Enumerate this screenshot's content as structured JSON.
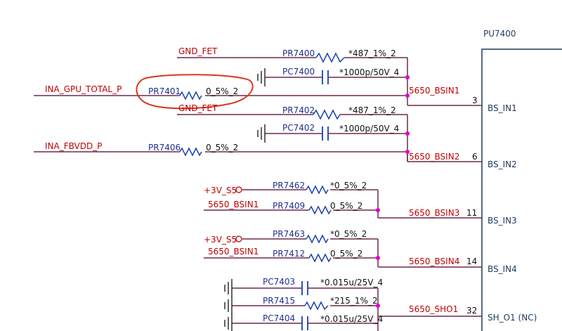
{
  "chip": {
    "ref": "PU7400",
    "pins": [
      {
        "num": "3",
        "name": "BS_IN1",
        "net": "5650_BSIN1"
      },
      {
        "num": "6",
        "name": "BS_IN2",
        "net": "5650_BSIN2"
      },
      {
        "num": "11",
        "name": "BS_IN3",
        "net": "5650_BSIN3"
      },
      {
        "num": "14",
        "name": "BS_IN4",
        "net": "5650_BSIN4"
      },
      {
        "num": "32",
        "name": "SH_O1 (NC)",
        "net": "5650_SHO1"
      }
    ]
  },
  "nets": {
    "gnd_fet_1": "GND_FET",
    "gnd_fet_2": "GND_FET",
    "ina_gpu": "INA_GPU_TOTAL_P",
    "ina_fbvdd": "INA_FBVDD_P",
    "v3s_1": "+3V_S5",
    "v3s_2": "+3V_S5",
    "bsin1_ref_1": "5650_BSIN1",
    "bsin1_ref_2": "5650_BSIN1"
  },
  "parts": {
    "PR7400": {
      "ref": "PR7400",
      "value": "*487_1%_2"
    },
    "PC7400": {
      "ref": "PC7400",
      "value": "*1000p/50V_4"
    },
    "PR7401": {
      "ref": "PR7401",
      "value": "0_5%_2"
    },
    "PR7402": {
      "ref": "PR7402",
      "value": "*487_1%_2"
    },
    "PC7402": {
      "ref": "PC7402",
      "value": "*1000p/50V_4"
    },
    "PR7406": {
      "ref": "PR7406",
      "value": "0_5%_2"
    },
    "PR7462": {
      "ref": "PR7462",
      "value": "*0_5%_2"
    },
    "PR7409": {
      "ref": "PR7409",
      "value": "0_5%_2"
    },
    "PR7463": {
      "ref": "PR7463",
      "value": "*0_5%_2"
    },
    "PR7412": {
      "ref": "PR7412",
      "value": "0_5%_2"
    },
    "PC7403": {
      "ref": "PC7403",
      "value": "*0.015u/25V_4"
    },
    "PR7415": {
      "ref": "PR7415",
      "value": "*215_1%_2"
    },
    "PC7404": {
      "ref": "PC7404",
      "value": "*0.015u/25V_4"
    }
  },
  "colors": {
    "wire": "#6b2a4e",
    "junction": "#e000c8",
    "annotation": "#d9381e",
    "net_label": "#c00000",
    "ref_text": "#1f2f8f",
    "pin_text": "#1f3a5c",
    "component": "#1a3fb0"
  }
}
